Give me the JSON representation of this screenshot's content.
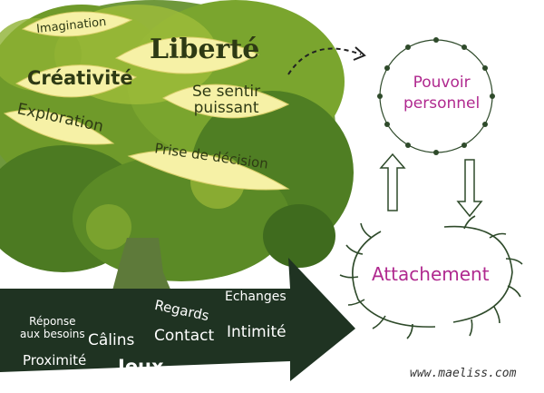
{
  "leaves": {
    "imagination": "Imagination",
    "liberte": "Liberté",
    "creativite": "Créativité",
    "sesentir_line1": "Se sentir",
    "sesentir_line2": "puissant",
    "exploration": "Exploration",
    "prise": "Prise de décision"
  },
  "cycle": {
    "pouvoir_line1": "Pouvoir",
    "pouvoir_line2": "personnel",
    "attachement": "Attachement"
  },
  "roots": {
    "echanges": "Echanges",
    "regards": "Regards",
    "reponse_line1": "Réponse",
    "reponse_line2": "aux besoins",
    "calins": "Câlins",
    "contact": "Contact",
    "intimite": "Intimité",
    "proximite": "Proximité",
    "jeux": "Jeux"
  },
  "footer": {
    "website": "www.maeliss.com"
  },
  "colors": {
    "foliage_dark": "#3c6b1f",
    "foliage_mid": "#6f9a2a",
    "foliage_light": "#a8c23a",
    "leaf_fill": "#f6f1a6",
    "arrow_fill": "#1f3322",
    "accent_text": "#b0298f",
    "garland": "#2e4a2a"
  }
}
